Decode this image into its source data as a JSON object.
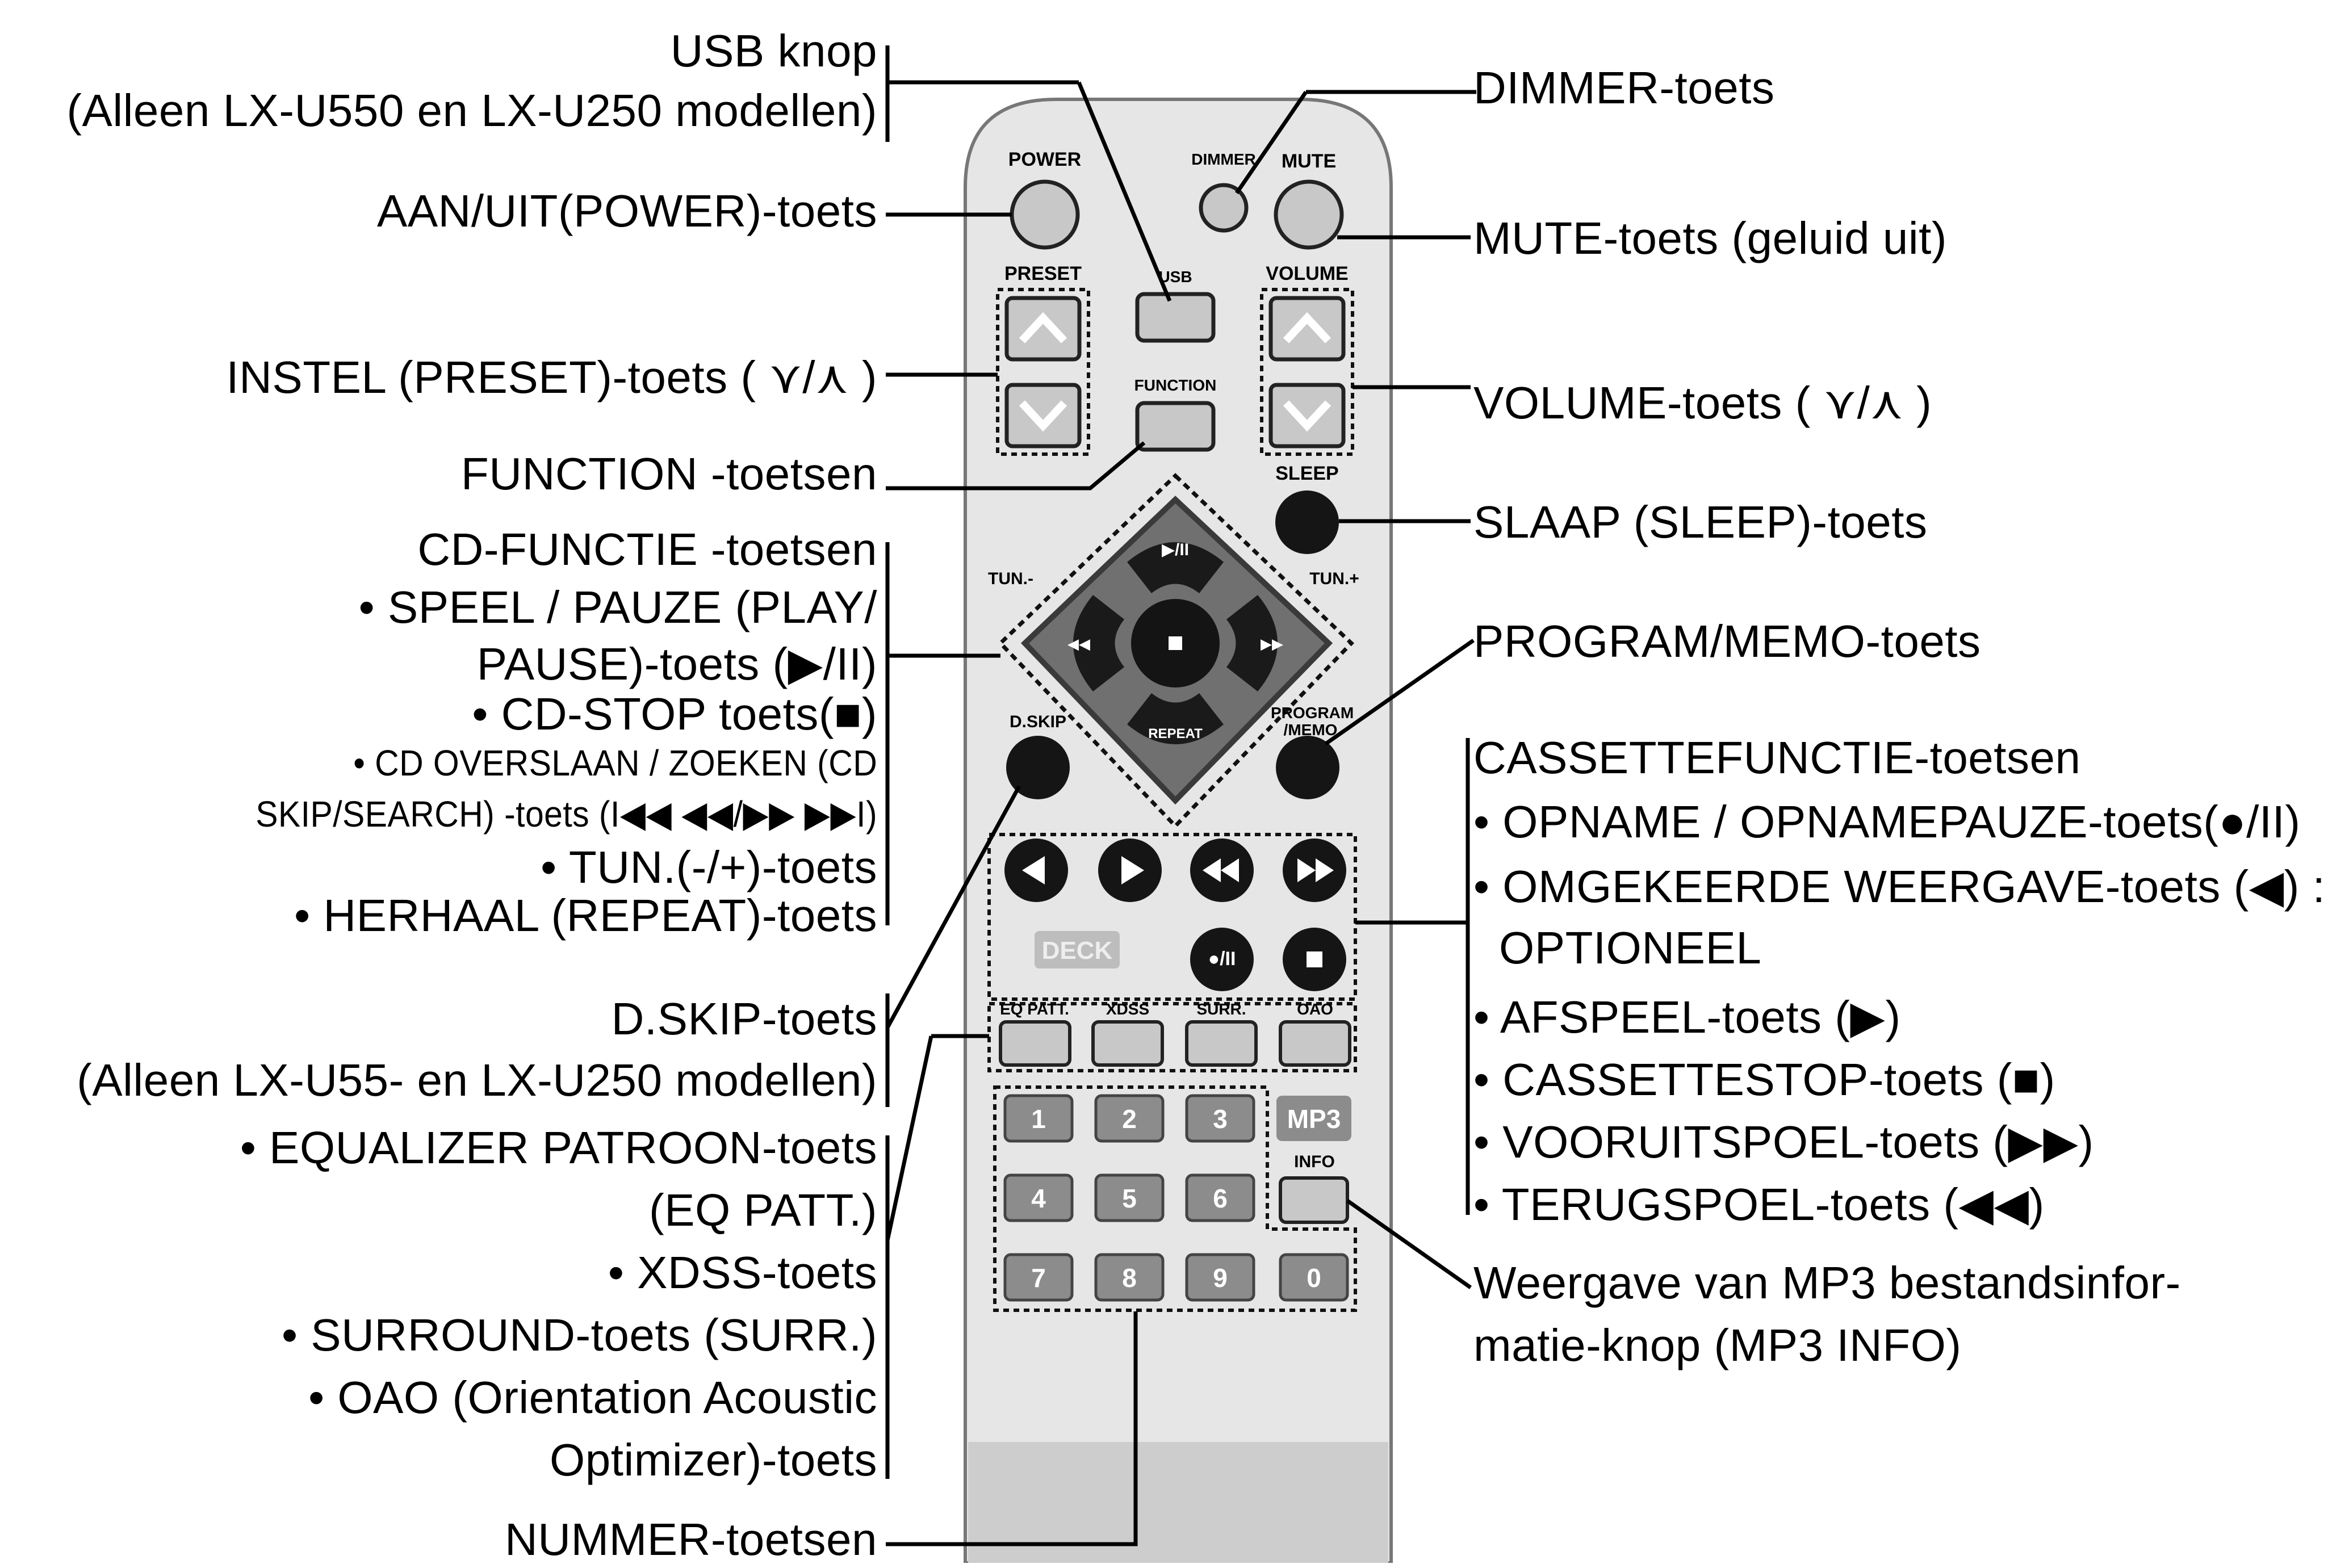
{
  "left_labels": {
    "usb_l1": "USB knop",
    "usb_l2": "(Alleen LX-U550 en LX-U250 modellen)",
    "power": "AAN/UIT(POWER)-toets",
    "preset": "INSTEL (PRESET)-toets ( ⋎/⋏ )",
    "function": "FUNCTION -toetsen",
    "cd_title": "CD-FUNCTIE -toetsen",
    "cd_1a": "• SPEEL / PAUZE (PLAY/",
    "cd_1b": "PAUSE)-toets (▶/II)",
    "cd_2": "• CD-STOP toets(■)",
    "cd_3a": "• CD OVERSLAAN / ZOEKEN (CD",
    "cd_3b": "SKIP/SEARCH) -toets (I◀◀ ◀◀/▶▶ ▶▶I)",
    "cd_4": "• TUN.(-/+)-toets",
    "cd_5": "• HERHAAL (REPEAT)-toets",
    "dskip_l1": "D.SKIP-toets",
    "dskip_l2": "(Alleen LX-U55- en LX-U250 modellen)",
    "eq_1a": "• EQUALIZER PATROON-toets",
    "eq_1b": "(EQ PATT.)",
    "eq_2": "• XDSS-toets",
    "eq_3": "• SURROUND-toets (SURR.)",
    "eq_4a": "• OAO (Orientation Acoustic",
    "eq_4b": "Optimizer)-toets",
    "number": "NUMMER-toetsen"
  },
  "right_labels": {
    "dimmer": "DIMMER-toets",
    "mute": "MUTE-toets (geluid uit)",
    "volume": "VOLUME-toets ( ⋎/⋏ )",
    "sleep": "SLAAP (SLEEP)-toets",
    "program": "PROGRAM/MEMO-toets",
    "cass_title": "CASSETTEFUNCTIE-toetsen",
    "cass_1": "• OPNAME / OPNAMEPAUZE-toets(●/II)",
    "cass_2a": "• OMGEKEERDE WEERGAVE-toets (◀) :",
    "cass_2b": "OPTIONEEL",
    "cass_3": "• AFSPEEL-toets (▶)",
    "cass_4": "• CASSETTESTOP-toets (■)",
    "cass_5": "• VOORUITSPOEL-toets (▶▶)",
    "cass_6": "• TERUGSPOEL-toets (◀◀)",
    "mp3_l1": "Weergave van MP3 bestandsinfor-",
    "mp3_l2": "matie-knop (MP3 INFO)"
  },
  "remote": {
    "power": "POWER",
    "dimmer": "DIMMER",
    "mute": "MUTE",
    "preset": "PRESET",
    "usb": "USB",
    "volume": "VOLUME",
    "function": "FUNCTION",
    "sleep": "SLEEP",
    "tun_minus": "TUN.-",
    "tun_plus": "TUN.+",
    "dskip": "D.SKIP",
    "program_1": "PROGRAM",
    "program_2": "/MEMO",
    "play_pause": "▶/II",
    "stop": "■",
    "repeat": "REPEAT",
    "deck": "DECK",
    "rec_pause": "●/II",
    "eq_patt": "EQ PATT.",
    "xdss": "XDSS",
    "surr": "SURR.",
    "oao": "OAO",
    "mp3": "MP3",
    "info": "INFO",
    "num": [
      "1",
      "2",
      "3",
      "4",
      "5",
      "6",
      "7",
      "8",
      "9",
      "0"
    ]
  },
  "colors": {
    "body": "#e6e6e6",
    "button_gray": "#c8c8c8",
    "button_dark": "#151515",
    "line": "#000000"
  }
}
